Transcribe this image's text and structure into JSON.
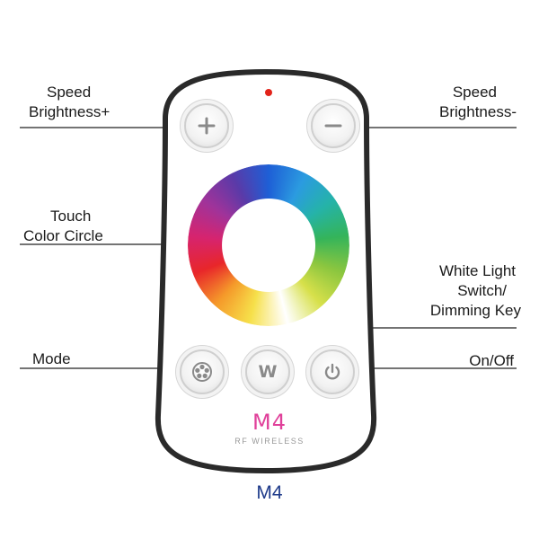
{
  "labels": {
    "speed_brightness_plus": [
      "Speed",
      "Brightness+"
    ],
    "speed_brightness_minus": [
      "Speed",
      "Brightness-"
    ],
    "touch_color_circle": [
      "Touch",
      "Color Circle"
    ],
    "white_light": [
      "White Light",
      "Switch/",
      "Dimming Key"
    ],
    "mode": "Mode",
    "on_off": "On/Off"
  },
  "device": {
    "brand_mark": "M4",
    "subtitle": "RF WIRELESS",
    "model": "M4"
  },
  "buttons": {
    "plus_icon": "plus-icon",
    "minus_icon": "minus-icon",
    "mode_icon": "mode-icon",
    "w_label": "W",
    "power_icon": "power-icon"
  },
  "colors": {
    "indicator": "#e2231a",
    "brand": "#e0409a",
    "model": "#1e3a8a"
  }
}
